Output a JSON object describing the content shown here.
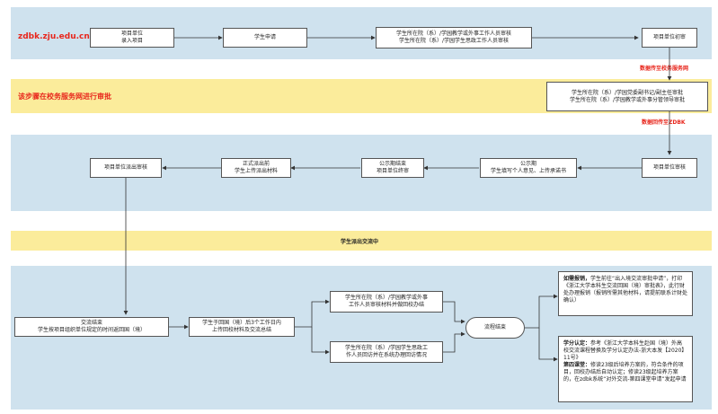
{
  "site_url": "zdbk.zju.edu.cn",
  "notice_step": "该步骤在校务服务网进行审批",
  "label_to_service": "数据传至校务服务网",
  "label_back": "数据回传至ZDBK",
  "banner": "学生派出交流中",
  "nodes": {
    "n1": "项目单位\n录入项目",
    "n2": "学生申请",
    "n3": "学生所在院（系）/学园教学或外事工作人员审核\n学生所在院（系）/学园学生思政工作人员审核",
    "n4": "项目单位初审",
    "n5": "学生所在院（系）/学园党委副书记/副主任审批\n学生所在院（系）/学园教学或外事分管领导审批",
    "n6": "项目单位审核",
    "n7": "公示期\n学生填写个人意见、上传承诺书",
    "n8": "公示期结束\n项目单位终审",
    "n9": "正式派出前\n学生上传派出材料",
    "n10": "项目单位派出审核",
    "n11": "交流结束\n学生按项目组织单位规定的时间返回国（境）",
    "n12": "学生于回国（境）后3个工作日内\n上传回校材料及交流总结",
    "n13": "学生所在院（系）/学园教学或外事\n工作人员审核材料并做回校办结",
    "n14": "学生所在院（系）/学园学生思政工\n作人员回访并在系统办理回访情况",
    "n15": "流程结束"
  },
  "note1": {
    "title": "如需报销，",
    "text": "学生前往“出入境交流审批申请”，打印《浙江大学本科生交流回国（境）审批表》，此行财处办理报销（报销所需其他材料，请提前联系计财处确认）"
  },
  "note2": {
    "title1": "学分认定：",
    "text1": "参考《浙江大学本科生赴国（境）外高校交流课程替换及学分认定办法-浙大本发【2020】11号》",
    "title2": "第四课堂：",
    "text2": "修读23级后培养方案的，符合条件的项目，回校办结后自动认定；修读23级起培养方案的，在zdbk系统“对外交流-第四课堂申请”发起申请"
  },
  "colors": {
    "blue_band": "#cfe2ee",
    "yellow_band": "#fbec9b",
    "red": "#e8261c",
    "arrow": "#333333"
  }
}
